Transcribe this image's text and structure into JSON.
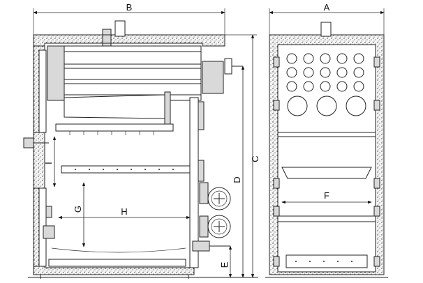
{
  "labels": {
    "a": "A",
    "b": "B",
    "c": "C",
    "d": "D",
    "e": "E",
    "f": "F",
    "g": "G",
    "h": "H",
    "i": "I"
  }
}
